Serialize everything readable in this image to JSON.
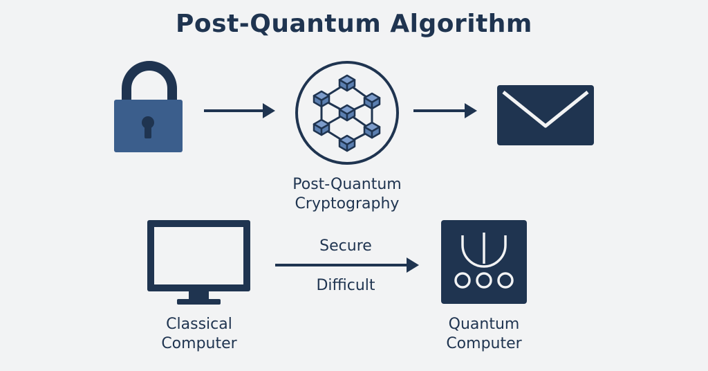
{
  "title": "Post-Quantum Algorithm",
  "nodes": {
    "pq_crypto": {
      "line1": "Post-Quantum",
      "line2": "Cryptography"
    },
    "classical": {
      "line1": "Classical",
      "line2": "Computer"
    },
    "quantum": {
      "line1": "Quantum",
      "line2": "Computer"
    }
  },
  "edges": {
    "classical_to_quantum": {
      "upper": "Secure",
      "lower": "Difficult"
    }
  },
  "icons": {
    "lock": "lock-icon",
    "lattice": "lattice-cubes-icon",
    "envelope": "envelope-icon",
    "monitor": "monitor-icon",
    "quantum": "quantum-chip-icon"
  },
  "colors": {
    "background": "#f2f3f4",
    "navy": "#1f3450",
    "lock_blue": "#3b5e8c",
    "cube_fill": "#5b7fb0",
    "cube_top": "#7c9ccb"
  }
}
